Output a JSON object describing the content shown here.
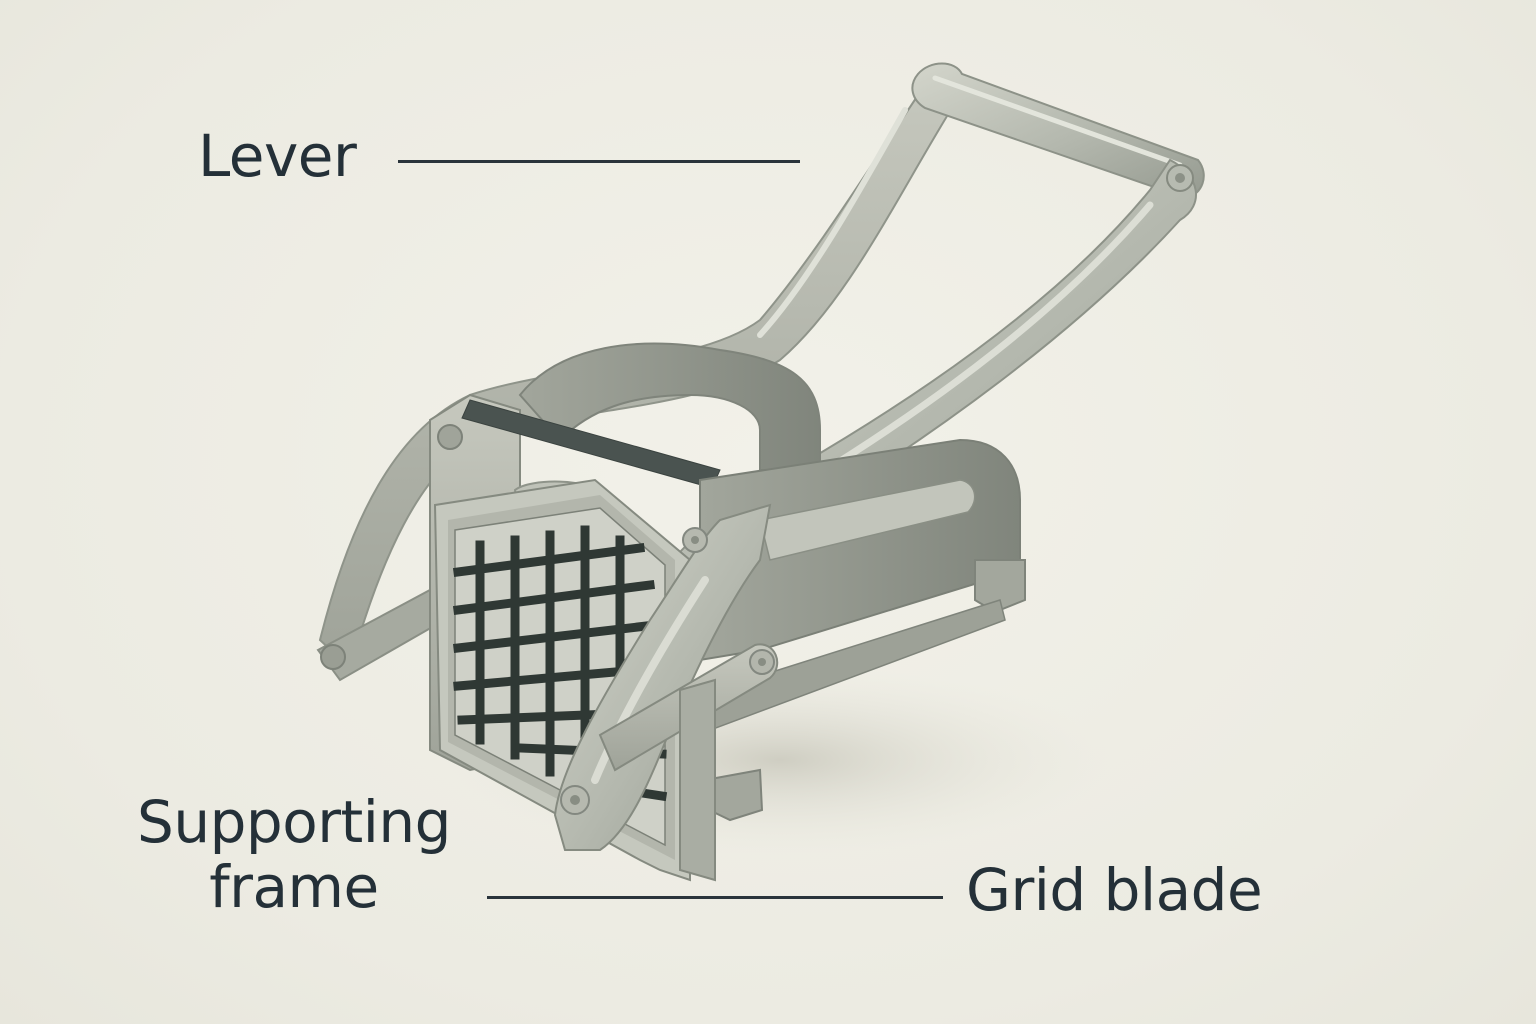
{
  "labels": {
    "lever": "Lever",
    "supporting_frame_line1": "Supporting",
    "supporting_frame_line2": "frame",
    "grid_blade": "Grid blade"
  },
  "colors": {
    "background": "#eeede4",
    "metal_light": "#c9cbc1",
    "metal_mid": "#a9ada3",
    "metal_dark": "#8b9087",
    "grid_dark": "#2f3834",
    "text": "#243038"
  },
  "illustration": "french-fry-cutter"
}
